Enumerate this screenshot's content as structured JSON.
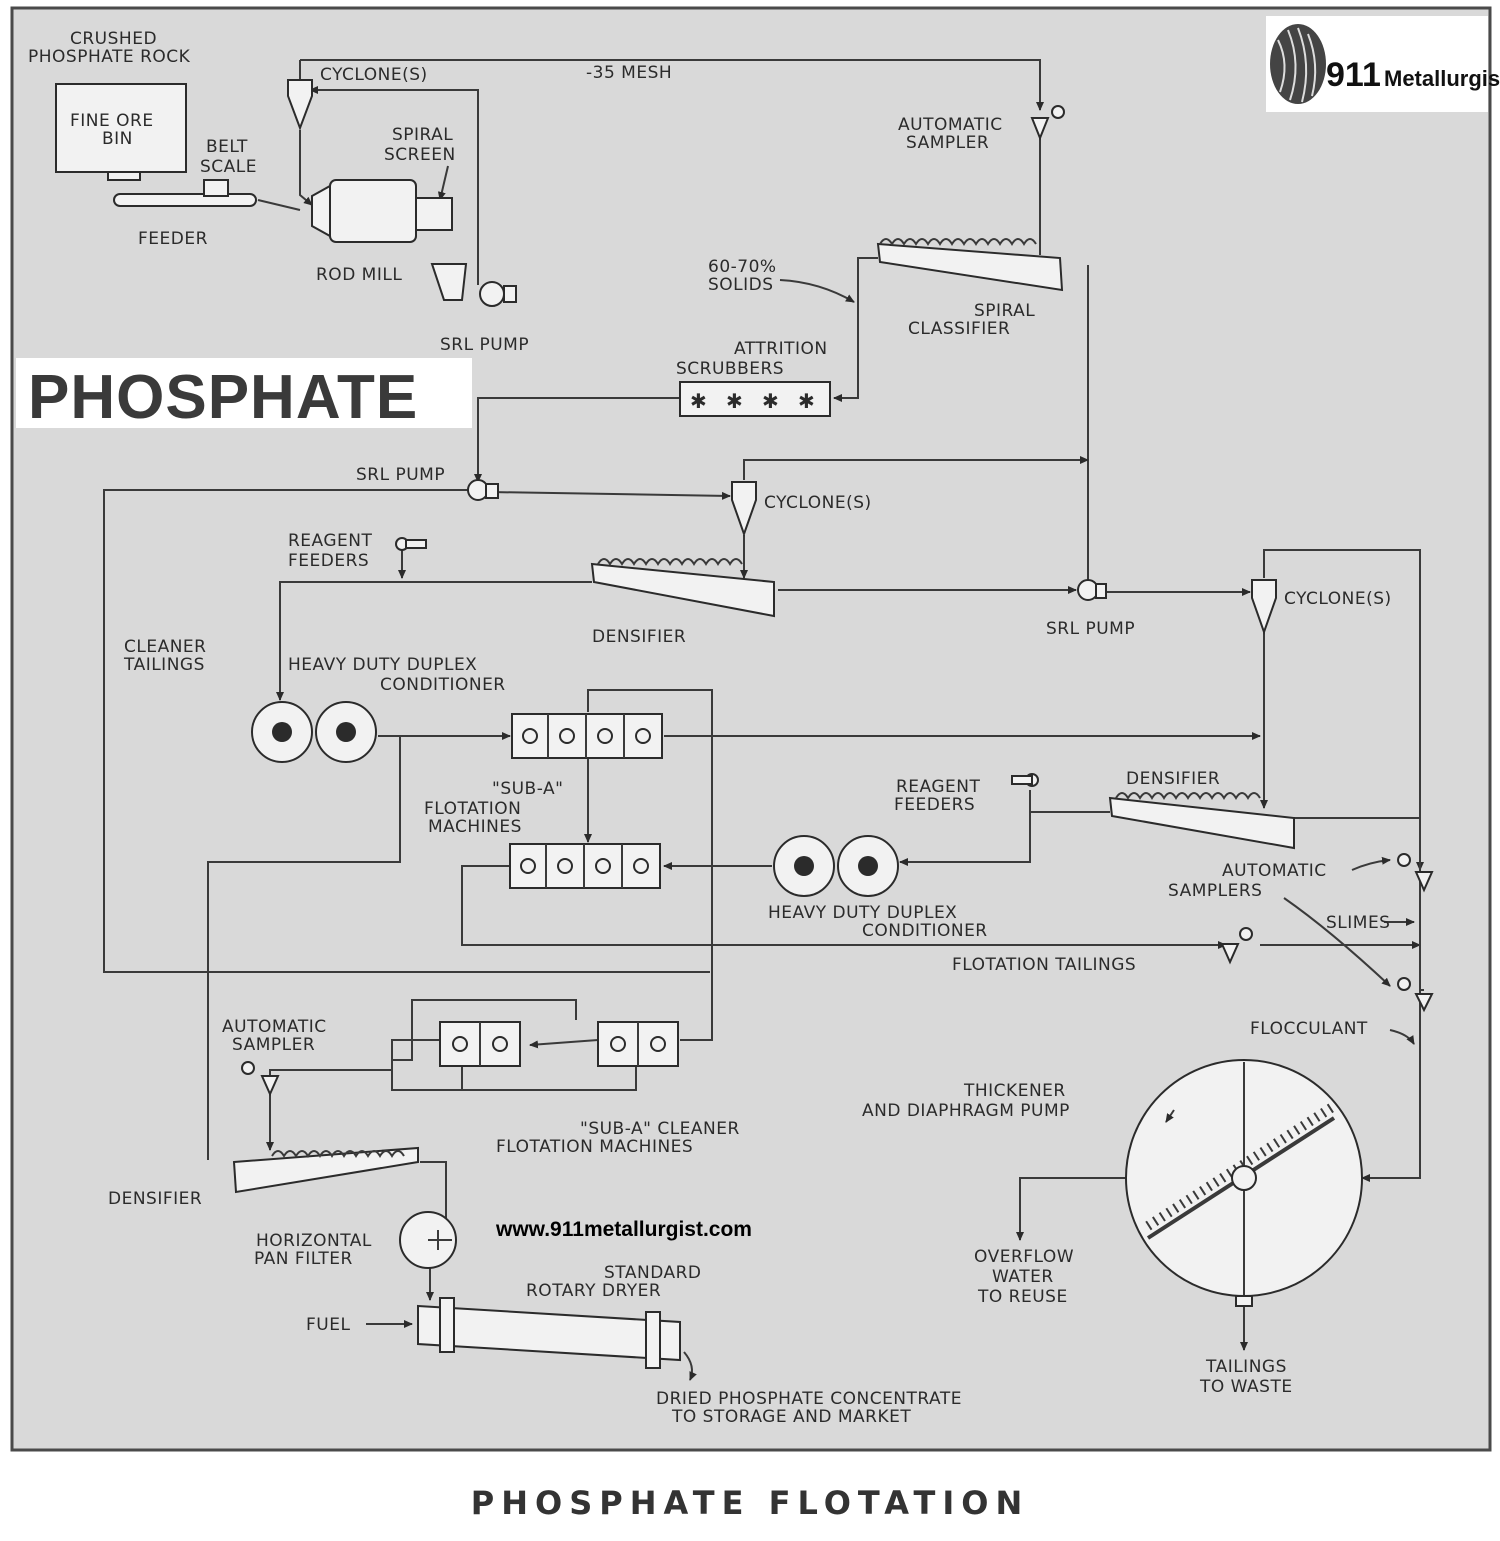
{
  "brand": {
    "number": "911",
    "name": "Metallurgist",
    "website": "www.911metallurgist.com"
  },
  "big_title": "PHOSPHATE",
  "caption": "PHOSPHATE FLOTATION",
  "labels": {
    "crushed_rock": [
      "CRUSHED",
      "PHOSPHATE ROCK"
    ],
    "fine_ore_bin": [
      "FINE ORE",
      "BIN"
    ],
    "belt_scale": [
      "BELT",
      "SCALE"
    ],
    "feeder": "FEEDER",
    "cyclone_top": "CYCLONE(S)",
    "mesh": "-35 MESH",
    "spiral_screen": [
      "SPIRAL",
      "SCREEN"
    ],
    "rod_mill": "ROD MILL",
    "srl_pump_1": "SRL PUMP",
    "auto_sampler_top": [
      "AUTOMATIC",
      "SAMPLER"
    ],
    "solids": [
      "60-70%",
      "SOLIDS"
    ],
    "spiral_classifier": [
      "SPIRAL",
      "CLASSIFIER"
    ],
    "attrition_scrubbers": [
      "ATTRITION",
      "SCRUBBERS"
    ],
    "srl_pump_2": "SRL PUMP",
    "cyclone_mid": "CYCLONE(S)",
    "reagent_feeders_1": [
      "REAGENT",
      "FEEDERS"
    ],
    "densifier_1": "DENSIFIER",
    "srl_pump_3": "SRL PUMP",
    "cyclone_right": "CYCLONE(S)",
    "cleaner_tailings": [
      "CLEANER",
      "TAILINGS"
    ],
    "hd_conditioner_1": [
      "HEAVY DUTY DUPLEX",
      "CONDITIONER"
    ],
    "sub_a_flotation": [
      "\"SUB-A\"",
      "FLOTATION",
      "MACHINES"
    ],
    "reagent_feeders_2": [
      "REAGENT",
      "FEEDERS"
    ],
    "densifier_2": "DENSIFIER",
    "automatic_samplers": [
      "AUTOMATIC",
      "SAMPLERS"
    ],
    "hd_conditioner_2": [
      "HEAVY DUTY DUPLEX",
      "CONDITIONER"
    ],
    "slimes": "SLIMES",
    "flotation_tailings": "FLOTATION TAILINGS",
    "auto_sampler_left": [
      "AUTOMATIC",
      "SAMPLER"
    ],
    "flocculant": "FLOCCULANT",
    "thickener": [
      "THICKENER",
      "AND DIAPHRAGM PUMP"
    ],
    "sub_a_cleaner": [
      "\"SUB-A\" CLEANER",
      "FLOTATION MACHINES"
    ],
    "densifier_3": "DENSIFIER",
    "pan_filter": [
      "HORIZONTAL",
      "PAN FILTER"
    ],
    "rotary_dryer": [
      "STANDARD",
      "ROTARY DRYER"
    ],
    "fuel": "FUEL",
    "overflow": [
      "OVERFLOW",
      "WATER",
      "TO REUSE"
    ],
    "tailings_waste": [
      "TAILINGS",
      "TO WASTE"
    ],
    "dried_concentrate": [
      "DRIED PHOSPHATE CONCENTRATE",
      "TO STORAGE AND MARKET"
    ]
  },
  "colors": {
    "paper": "#d9d9d9",
    "ink": "#2b2b2b"
  }
}
